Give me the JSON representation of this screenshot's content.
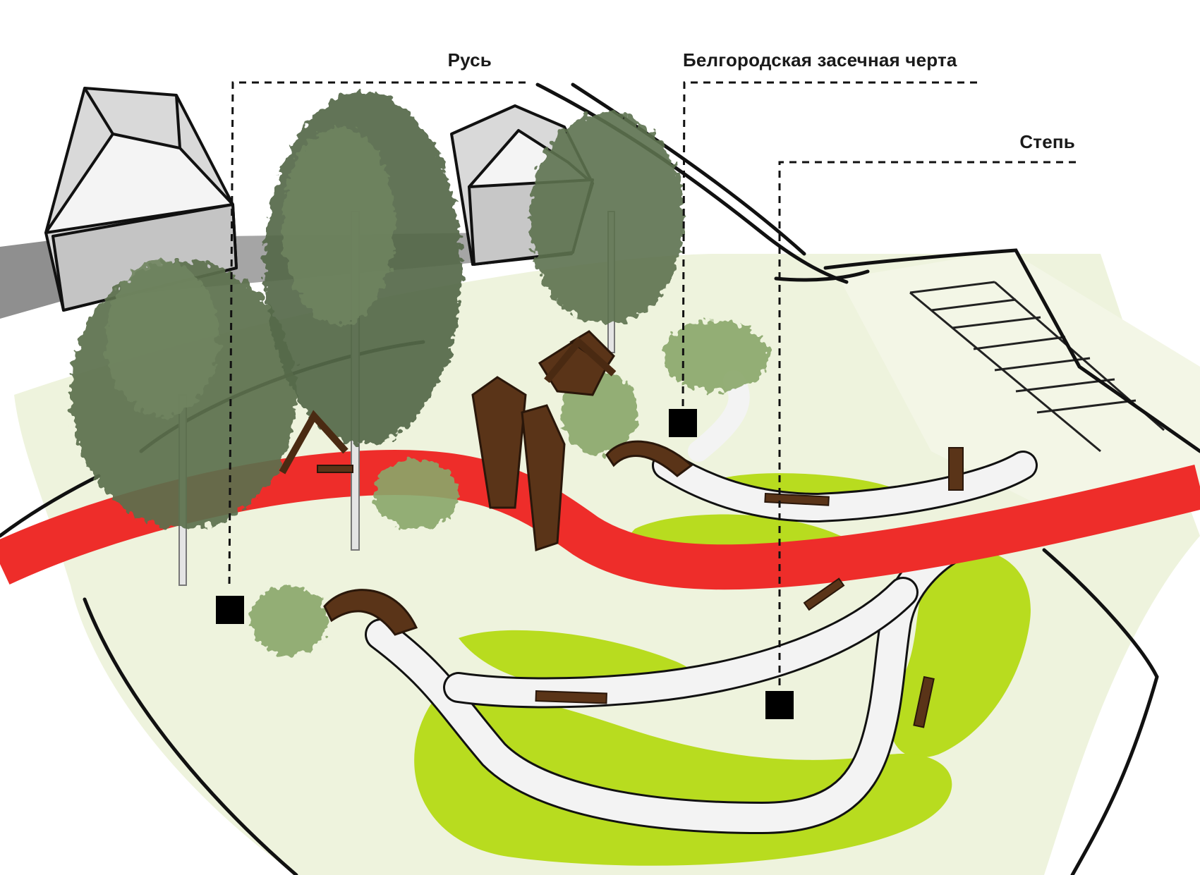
{
  "labels": {
    "rus": "Русь",
    "belgorod_line": "Белгородская засечная черта",
    "step": "Степь"
  },
  "colors": {
    "red_band": "#ee2d2a",
    "lawn": "#f0f4e0",
    "grass": "#b7dc1e",
    "path": "#f2f2f2",
    "house": "#d2d2d2",
    "tree": "#5d7250",
    "wood": "#5a3418"
  },
  "icons": {
    "marker": "black-square-marker",
    "tree": "birch-tree-icon",
    "house": "house-outline-icon"
  }
}
